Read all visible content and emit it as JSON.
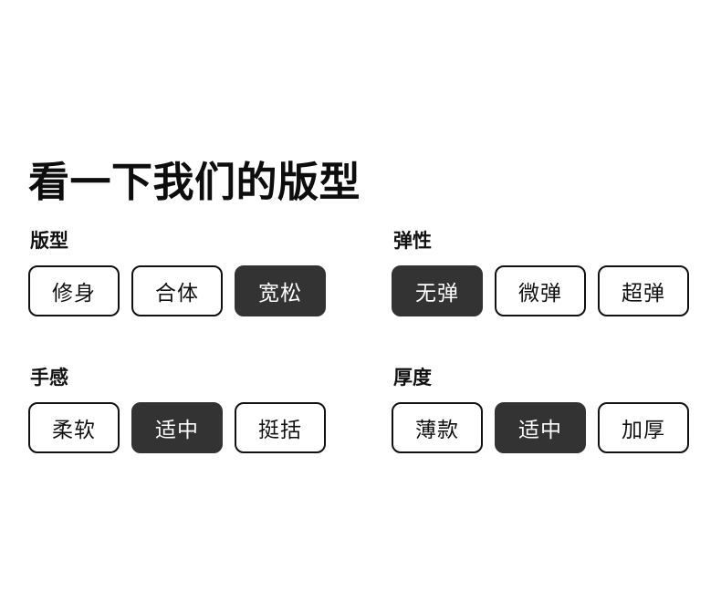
{
  "page": {
    "title": "看一下我们的版型",
    "background_color": "#ffffff",
    "accent_selected_color": "#333333",
    "border_color": "#111111",
    "text_color": "#111111"
  },
  "groups": [
    {
      "id": "fit",
      "label": "版型",
      "selected_value": "宽松",
      "options": [
        {
          "label": "修身",
          "selected": false
        },
        {
          "label": "合体",
          "selected": false
        },
        {
          "label": "宽松",
          "selected": true
        }
      ]
    },
    {
      "id": "elasticity",
      "label": "弹性",
      "selected_value": "无弹",
      "options": [
        {
          "label": "无弹",
          "selected": true
        },
        {
          "label": "微弹",
          "selected": false
        },
        {
          "label": "超弹",
          "selected": false
        }
      ]
    },
    {
      "id": "handfeel",
      "label": "手感",
      "selected_value": "适中",
      "options": [
        {
          "label": "柔软",
          "selected": false
        },
        {
          "label": "适中",
          "selected": true
        },
        {
          "label": "挺括",
          "selected": false
        }
      ]
    },
    {
      "id": "thickness",
      "label": "厚度",
      "selected_value": "适中",
      "options": [
        {
          "label": "薄款",
          "selected": false
        },
        {
          "label": "适中",
          "selected": true
        },
        {
          "label": "加厚",
          "selected": false
        }
      ]
    }
  ]
}
